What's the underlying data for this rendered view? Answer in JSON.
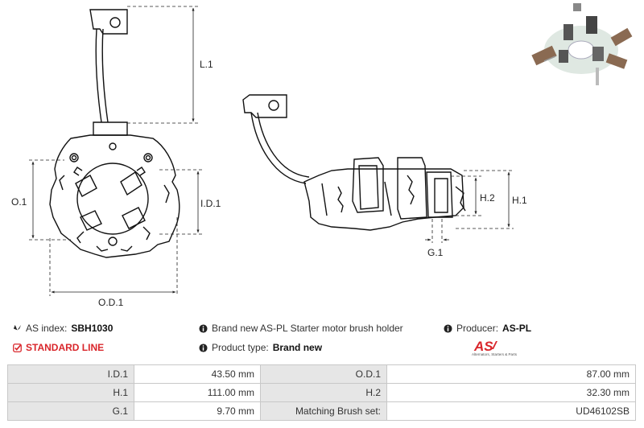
{
  "dimensions": {
    "L1": "L.1",
    "O1": "O.1",
    "ID1": "I.D.1",
    "OD1": "O.D.1",
    "H1": "H.1",
    "H2": "H.2",
    "G1": "G.1"
  },
  "info": {
    "as_index_label": "AS index:",
    "as_index_value": "SBH1030",
    "line": "STANDARD LINE",
    "description": "Brand new AS-PL Starter motor brush holder",
    "product_type_label": "Product type:",
    "product_type_value": "Brand new",
    "producer_label": "Producer:",
    "producer_value": "AS-PL"
  },
  "logo": {
    "mark": "AS",
    "tagline": "Alternators, Starters & Parts",
    "color": "#d9262b"
  },
  "specs": [
    {
      "label1": "I.D.1",
      "value1": "43.50 mm",
      "label2": "O.D.1",
      "value2": "87.00 mm"
    },
    {
      "label1": "H.1",
      "value1": "111.00 mm",
      "label2": "H.2",
      "value2": "32.30 mm"
    },
    {
      "label1": "G.1",
      "value1": "9.70 mm",
      "label2": "Matching Brush set:",
      "value2": "UD46102SB"
    }
  ],
  "icons": {
    "eye": "eye-icon",
    "info": "info-circle-icon",
    "check": "checkbox-check-icon"
  }
}
